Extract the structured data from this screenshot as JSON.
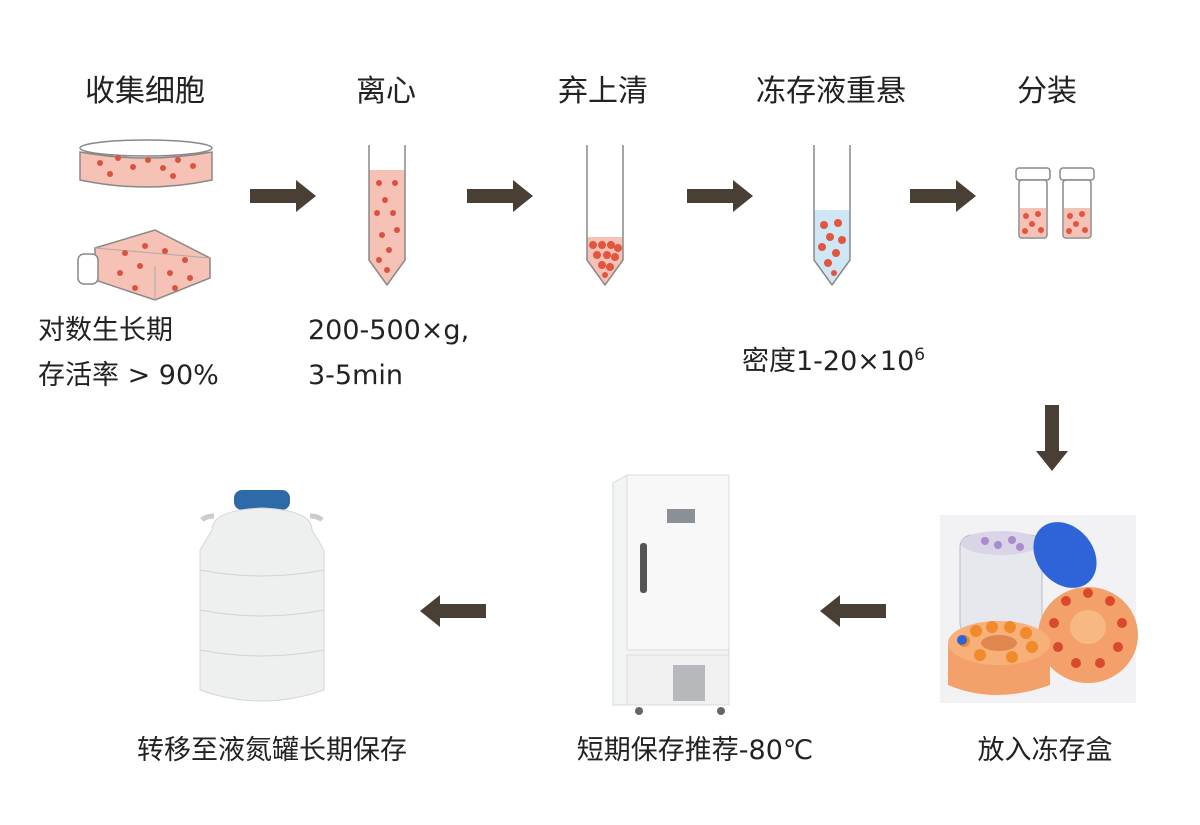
{
  "steps": {
    "collect": {
      "title": "收集细胞",
      "note_line1": "对数生长期",
      "note_line2": "存活率 > 90%"
    },
    "centrifuge": {
      "title": "离心",
      "note_line1": "200-500×g,",
      "note_line2": "3-5min"
    },
    "discard": {
      "title": "弃上清"
    },
    "resuspend": {
      "title": "冻存液重悬",
      "note": "密度1-20×10",
      "note_sup": "6"
    },
    "aliquot": {
      "title": "分装"
    },
    "box": {
      "label": "放入冻存盒"
    },
    "freezer": {
      "label": "短期保存推荐-80℃"
    },
    "dewar": {
      "label": "转移至液氮罐长期保存"
    }
  },
  "colors": {
    "cell": "#e2553f",
    "medium": "#f6c2b6",
    "arrow": "#4a3f35",
    "cryo_medium": "#cfe6f5",
    "box_orange": "#f4a06a",
    "lid_blue": "#2f64d8"
  }
}
